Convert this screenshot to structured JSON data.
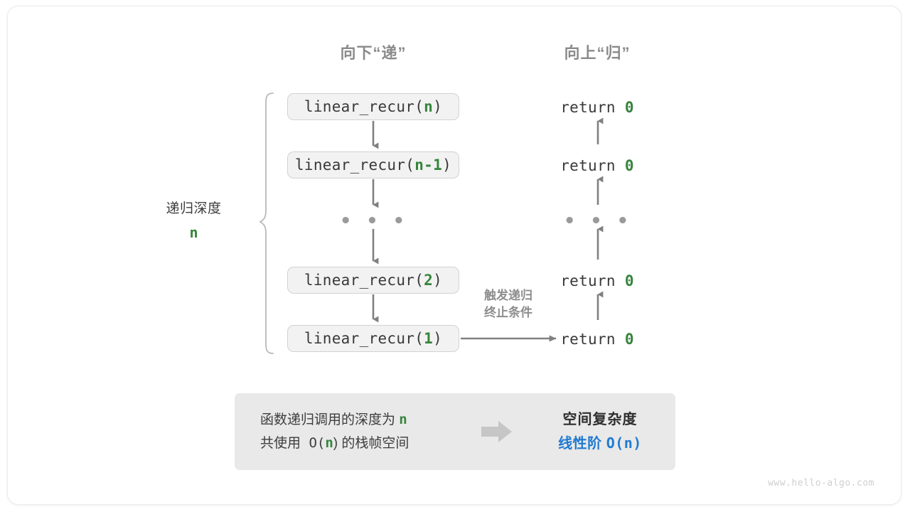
{
  "headers": {
    "down": "向下“递”",
    "up": "向上“归”"
  },
  "depth": {
    "label": "递归深度",
    "variable": "n"
  },
  "calls": [
    {
      "prefix": "linear_recur(",
      "arg": "n",
      "suffix": ")"
    },
    {
      "prefix": "linear_recur(",
      "arg": "n-1",
      "suffix": ")"
    },
    {
      "prefix": "linear_recur(",
      "arg": "2",
      "suffix": ")"
    },
    {
      "prefix": "linear_recur(",
      "arg": "1",
      "suffix": ")"
    }
  ],
  "returns": [
    {
      "keyword": "return",
      "value": "0"
    },
    {
      "keyword": "return",
      "value": "0"
    },
    {
      "keyword": "return",
      "value": "0"
    },
    {
      "keyword": "return",
      "value": "0"
    }
  ],
  "ellipsis": {
    "left": "• • •",
    "right": "• • •"
  },
  "trigger_note": {
    "line1": "触发递归",
    "line2": "终止条件"
  },
  "summary": {
    "left_line1_pre": "函数递归调用的深度为 ",
    "left_line1_var": "n",
    "left_line2_pre": "共使用 O(",
    "left_line2_var": "n",
    "left_line2_post": ") 的栈帧空间",
    "arrow_icon": "right-block-arrow-icon",
    "right_title": "空间复杂度",
    "right_complexity_label": "线性阶 ",
    "right_complexity_value": "O(n)"
  },
  "watermark": "www.hello-algo.com",
  "colors": {
    "accent_green": "#36843c",
    "accent_blue": "#1f7ad1",
    "box_fill": "#f2f2f2",
    "box_border": "#d2d2d2",
    "arrow_gray": "#808080",
    "panel_bg": "#e9e9e9",
    "muted_text": "#8a8a8a"
  }
}
